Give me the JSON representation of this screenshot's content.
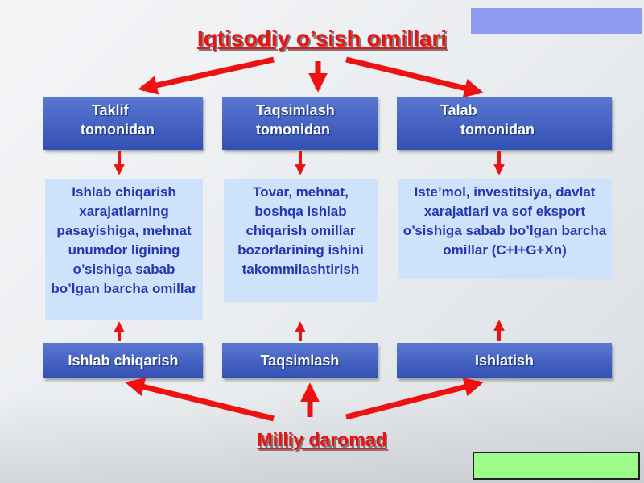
{
  "title": "Iqtisodiy o’sish omillari",
  "bottom_title": "Milliy daromad",
  "columns": [
    {
      "head_line1": "Taklif",
      "head_line2": "tomonidan",
      "description": "Ishlab chiqarish xarajatlarning pasayishiga, mehnat unumdor ligining o’sishiga sabab bo’lgan barcha omillar",
      "foot": "Ishlab chiqarish"
    },
    {
      "head_line1": "Taqsimlash",
      "head_line2": "tomonidan",
      "description": "Tovar, mehnat, boshqa ishlab chiqarish omillar bozorlarining ishini takommilashtirish",
      "foot": "Taqsimlash"
    },
    {
      "head_line1": "Talab",
      "head_line2": "tomonidan",
      "description": "Iste’mol, investitsiya, davlat xarajatlari va sof eksport o’sishiga sabab bo’lgan barcha omillar (C+I+G+Xn)",
      "foot": "Ishlatish"
    }
  ],
  "colors": {
    "title": "#ee1111",
    "arrow": "#ee1111",
    "box_blue": "#3f5fc0",
    "desc_bg": "#cfe2fb",
    "desc_text": "#2438b0",
    "accent_rect": "#8f9bf0",
    "accent_green": "#9dfc8a"
  }
}
